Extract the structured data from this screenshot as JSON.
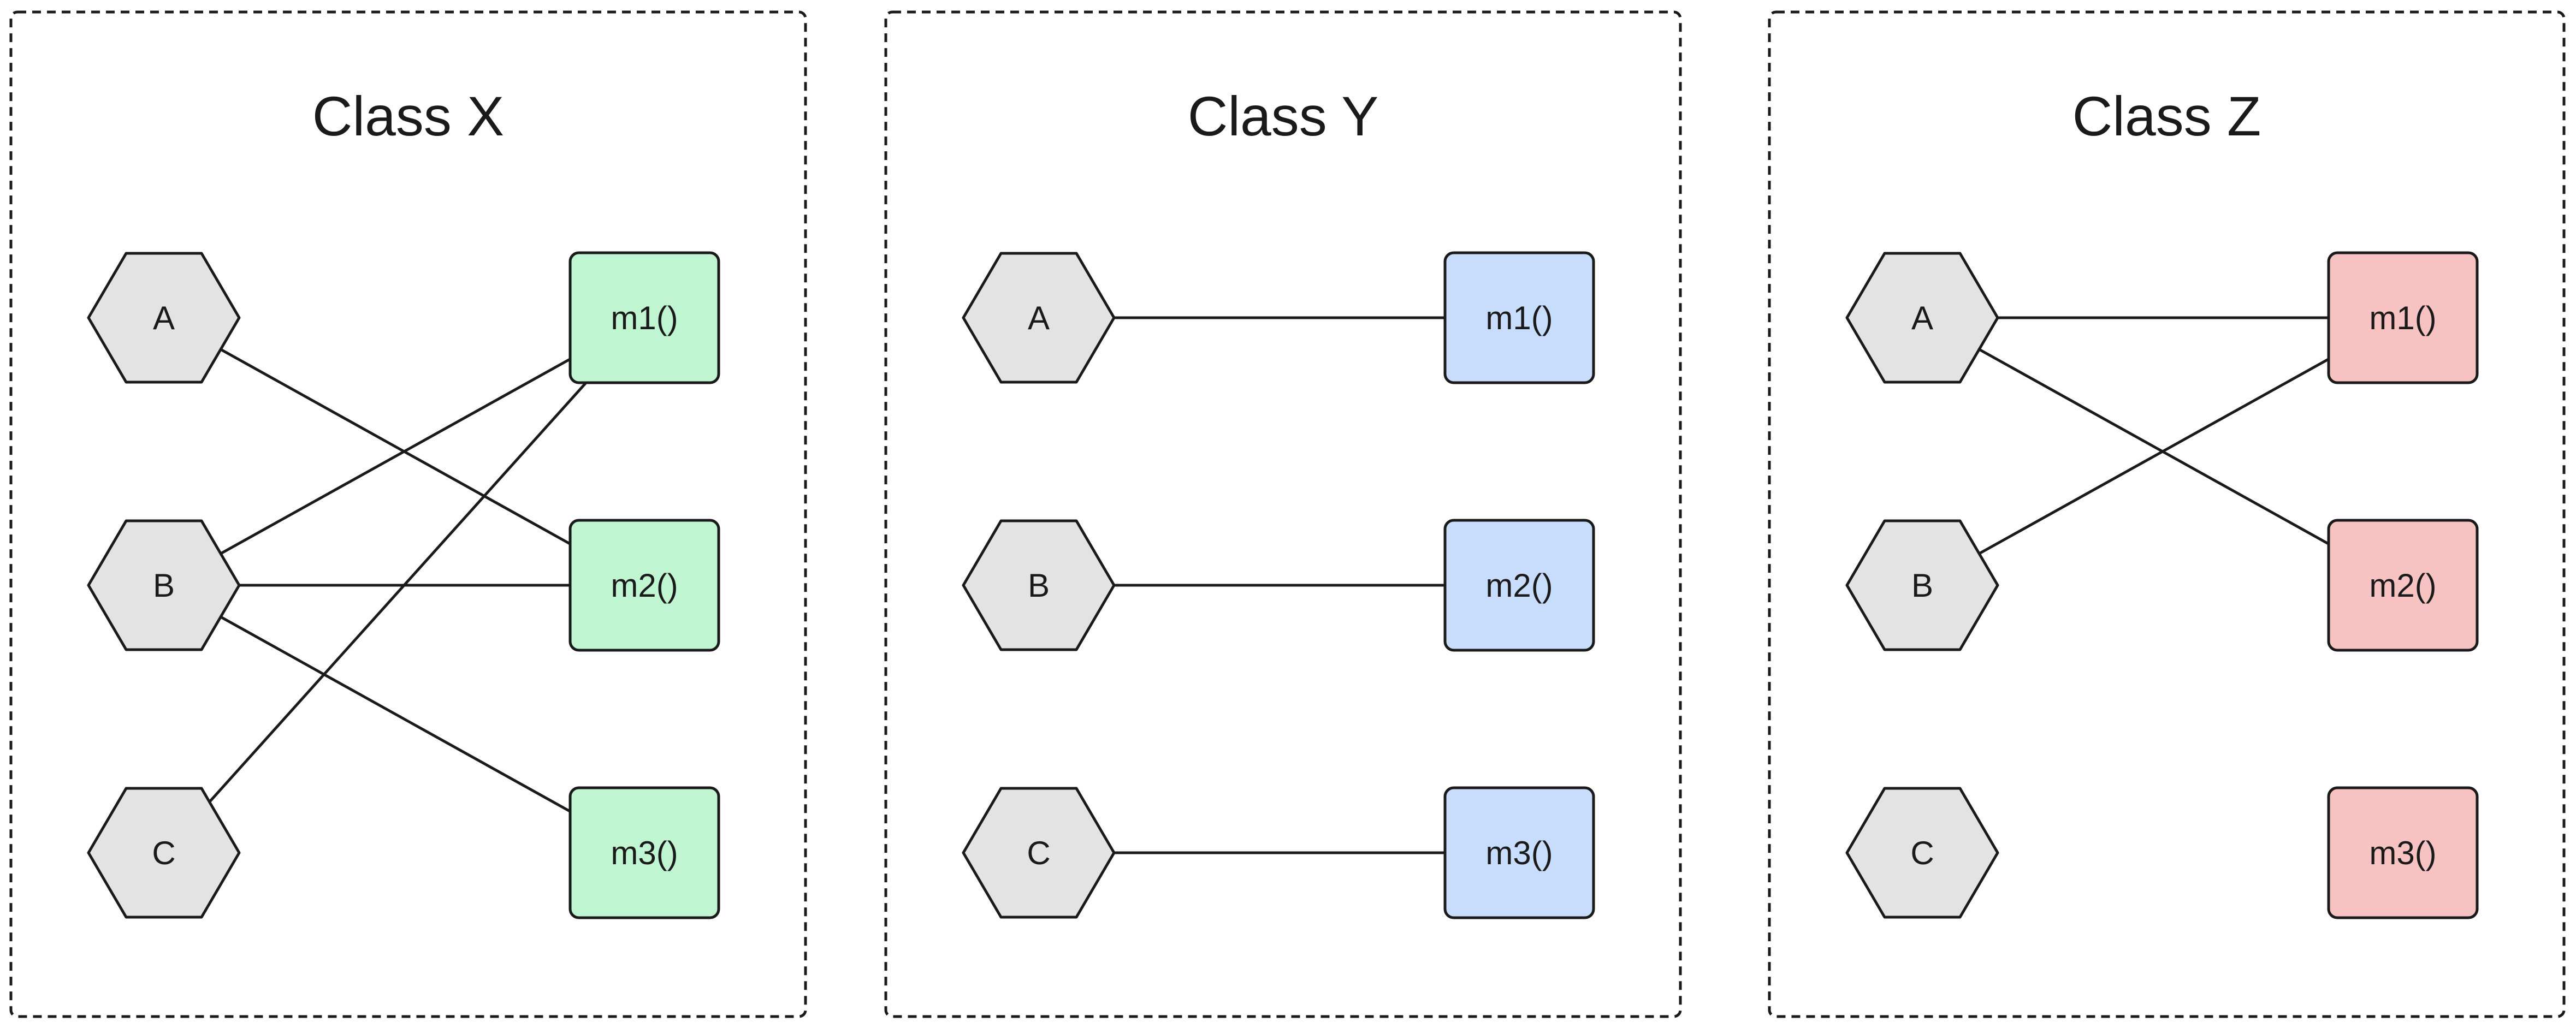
{
  "panels": [
    {
      "title": "Class X",
      "method_fill": "#c0f5d2",
      "attributes": [
        "A",
        "B",
        "C"
      ],
      "methods": [
        "m1()",
        "m2()",
        "m3()"
      ],
      "links": [
        [
          "A",
          "m2()"
        ],
        [
          "B",
          "m1()"
        ],
        [
          "B",
          "m2()"
        ],
        [
          "B",
          "m3()"
        ],
        [
          "C",
          "m1()"
        ]
      ]
    },
    {
      "title": "Class Y",
      "method_fill": "#c8dcfb",
      "attributes": [
        "A",
        "B",
        "C"
      ],
      "methods": [
        "m1()",
        "m2()",
        "m3()"
      ],
      "links": [
        [
          "A",
          "m1()"
        ],
        [
          "B",
          "m2()"
        ],
        [
          "C",
          "m3()"
        ]
      ]
    },
    {
      "title": "Class Z",
      "method_fill": "#f7c2c2",
      "attributes": [
        "A",
        "B",
        "C"
      ],
      "methods": [
        "m1()",
        "m2()",
        "m3()"
      ],
      "links": [
        [
          "A",
          "m1()"
        ],
        [
          "A",
          "m2()"
        ],
        [
          "B",
          "m1()"
        ]
      ]
    }
  ]
}
